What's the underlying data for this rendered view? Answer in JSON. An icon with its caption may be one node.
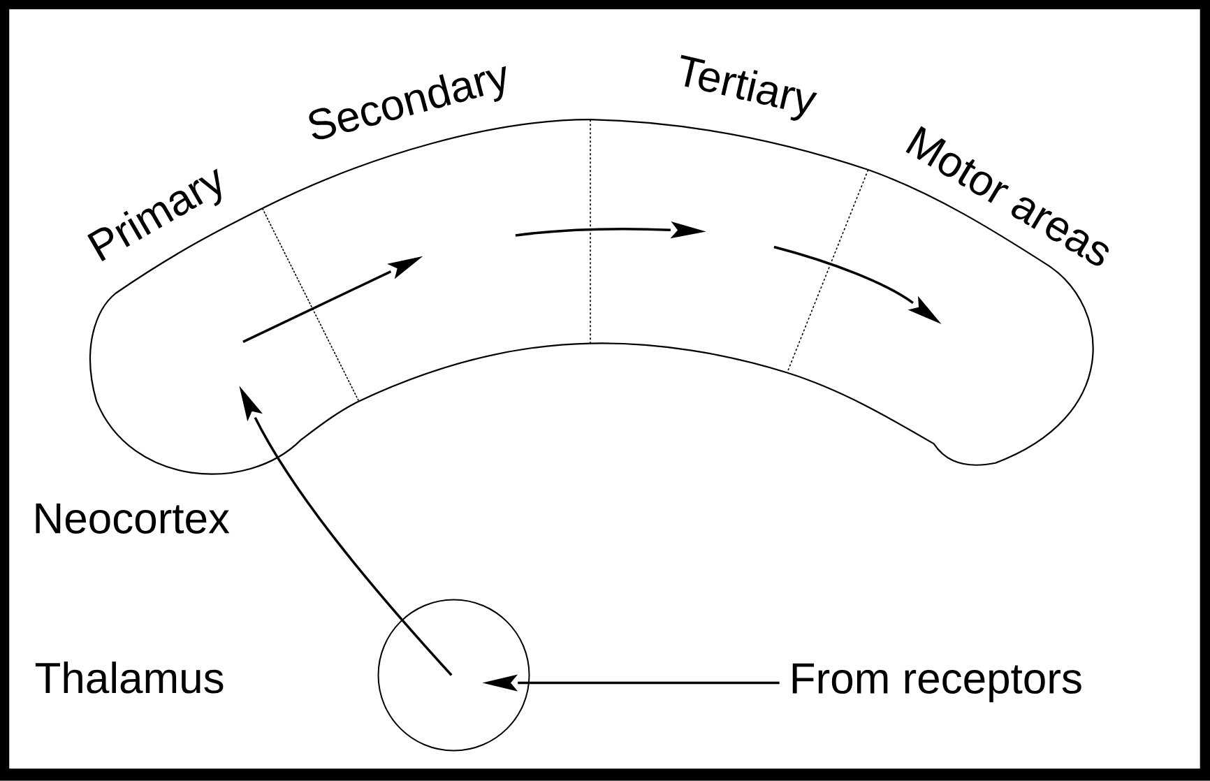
{
  "diagram": {
    "nodes": [
      {
        "text": [
          "Primary"
        ]
      },
      {
        "text": [
          "Secondary"
        ]
      },
      {
        "text": [
          "Tertiary"
        ]
      },
      {
        "text": [
          "Motor areas"
        ]
      },
      {
        "text": [],
        "shape": "circle"
      },
      {
        "text": [
          "From receptors"
        ]
      }
    ],
    "edges": [
      {
        "from": 5,
        "to": 4,
        "arrow": "to"
      },
      {
        "from": 4,
        "to": 0,
        "arrow": "to"
      },
      {
        "from": 0,
        "to": 1,
        "arrow": "to"
      },
      {
        "from": 1,
        "to": 2,
        "arrow": "to"
      },
      {
        "from": 2,
        "to": 3,
        "arrow": "to"
      }
    ],
    "labels": [
      "Neocortex",
      "Thalamus"
    ]
  }
}
